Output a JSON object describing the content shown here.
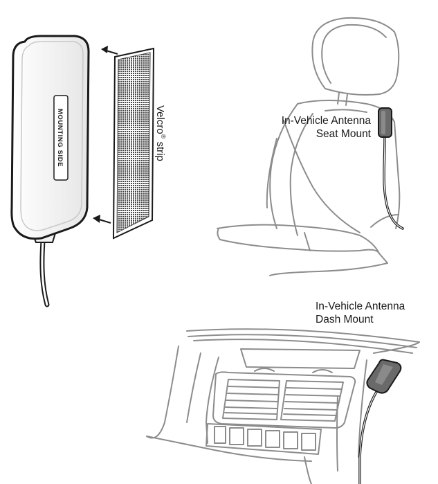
{
  "labels": {
    "mounting_side": "MOUNTING SIDE",
    "velcro_name": "Velcro",
    "velcro_mark": "®",
    "velcro_suffix": " strip",
    "seat_mount_line1": "In-Vehicle Antenna",
    "seat_mount_line2": "Seat Mount",
    "dash_mount_line1": "In-Vehicle Antenna",
    "dash_mount_line2": "Dash Mount"
  },
  "colors": {
    "outline": "#1a1a1a",
    "sketch": "#8c8c8c",
    "antenna_fill": "#f2f2f2",
    "device_fill": "#6a6a6a",
    "velcro_fill": "#5a5a5a"
  }
}
